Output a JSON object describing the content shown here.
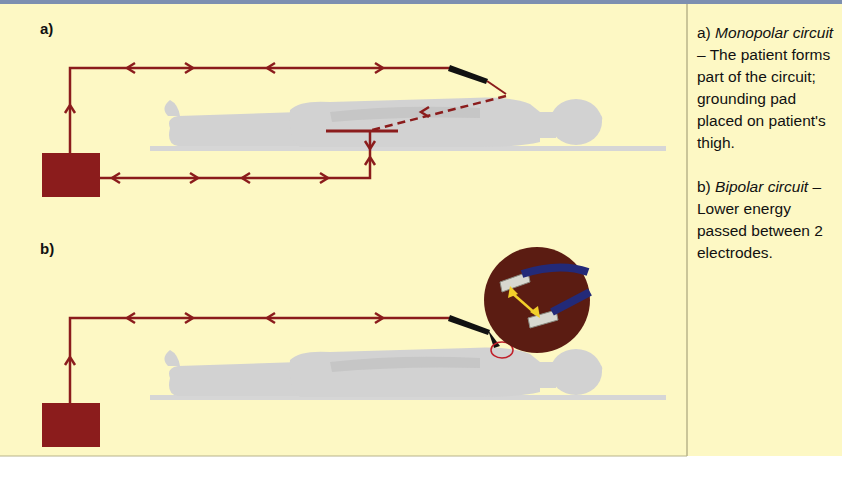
{
  "diagram": {
    "labels": [
      "a)",
      "b)",
      "a)",
      "Monopolar circuit",
      "– The patient forms part of the circuit; grounding pad placed on patient's thigh.",
      "b)",
      "Bipolar circuit",
      "– Lower energy passed between 2 electrodes."
    ]
  }
}
